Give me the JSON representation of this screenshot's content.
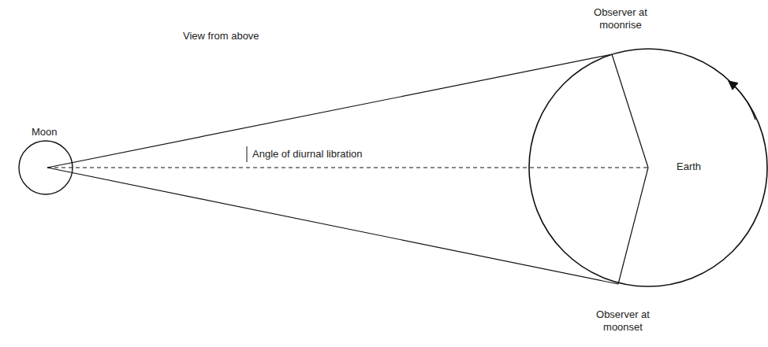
{
  "diagram": {
    "labels": [
      "View from above",
      "Observer at moonrise",
      "Moon",
      "Angle of diurnal libration",
      "Earth",
      "Observer at moonset"
    ]
  }
}
